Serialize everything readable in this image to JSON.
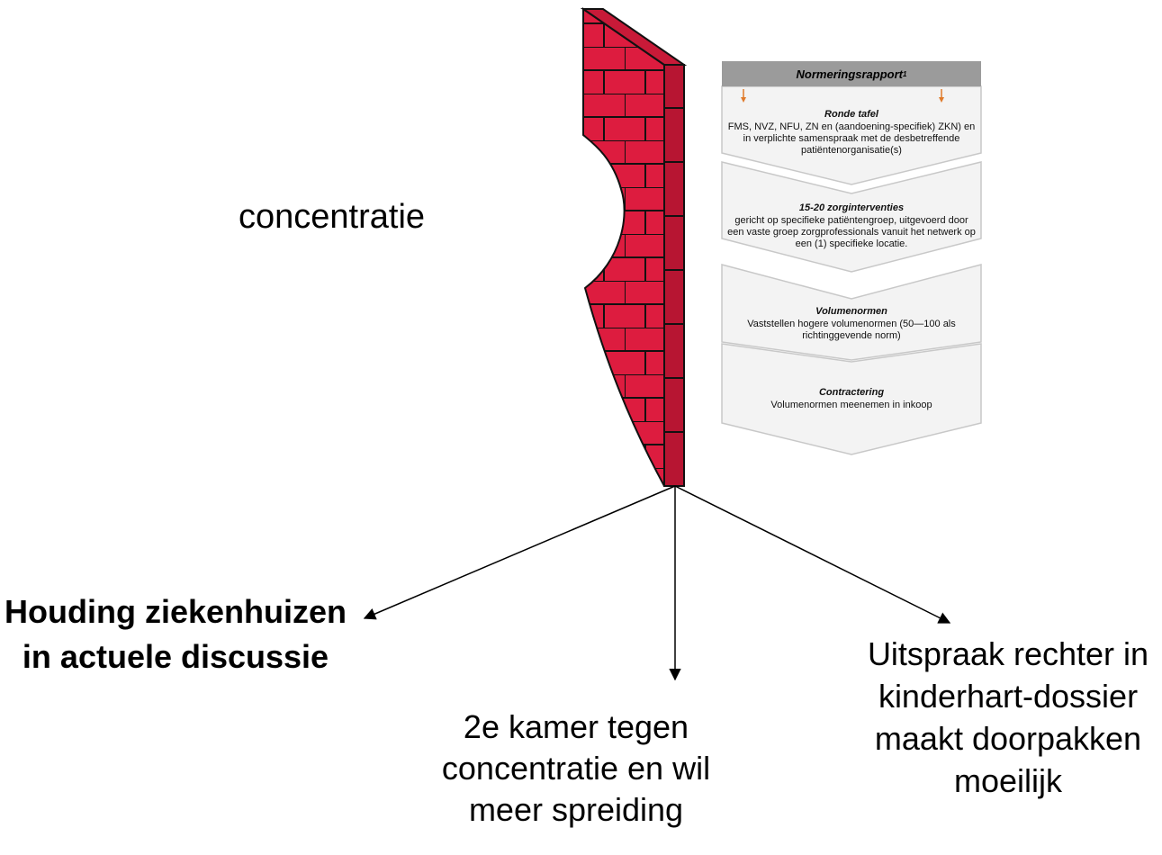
{
  "left_label": "concentratie",
  "normering": {
    "title": "Normeringsrapport",
    "footnote": "1",
    "steps": [
      {
        "title": "Ronde tafel",
        "body": "FMS, NVZ, NFU, ZN en (aandoening-specifiek) ZKN) en in verplichte samenspraak met de desbetreffende patiëntenorganisatie(s)"
      },
      {
        "title": "15-20 zorginterventies",
        "body": "gericht op specifieke patiëntengroep, uitgevoerd door een vaste groep zorgprofessionals vanuit het netwerk op een (1) specifieke locatie."
      },
      {
        "title": "Volumenormen",
        "body": "Vaststellen hogere volumenormen (50—100 als richtinggevende norm)"
      },
      {
        "title": "Contractering",
        "body": "Volumenormen meenemen in inkoop"
      }
    ]
  },
  "outcomes": {
    "houding": "Houding ziekenhuizen in actuele discussie",
    "kamer": "2e kamer tegen concentratie en wil meer spreiding",
    "rechter": "Uitspraak rechter in kinderhart-dossier maakt doorpakken moeilijk"
  },
  "colors": {
    "brick_front": "#dd1c3f",
    "brick_side": "#b71532",
    "mortar": "#111111",
    "flow_fill": "#f3f3f3",
    "flow_header": "#9b9b9b",
    "arrow_orange": "#e07a2a"
  }
}
